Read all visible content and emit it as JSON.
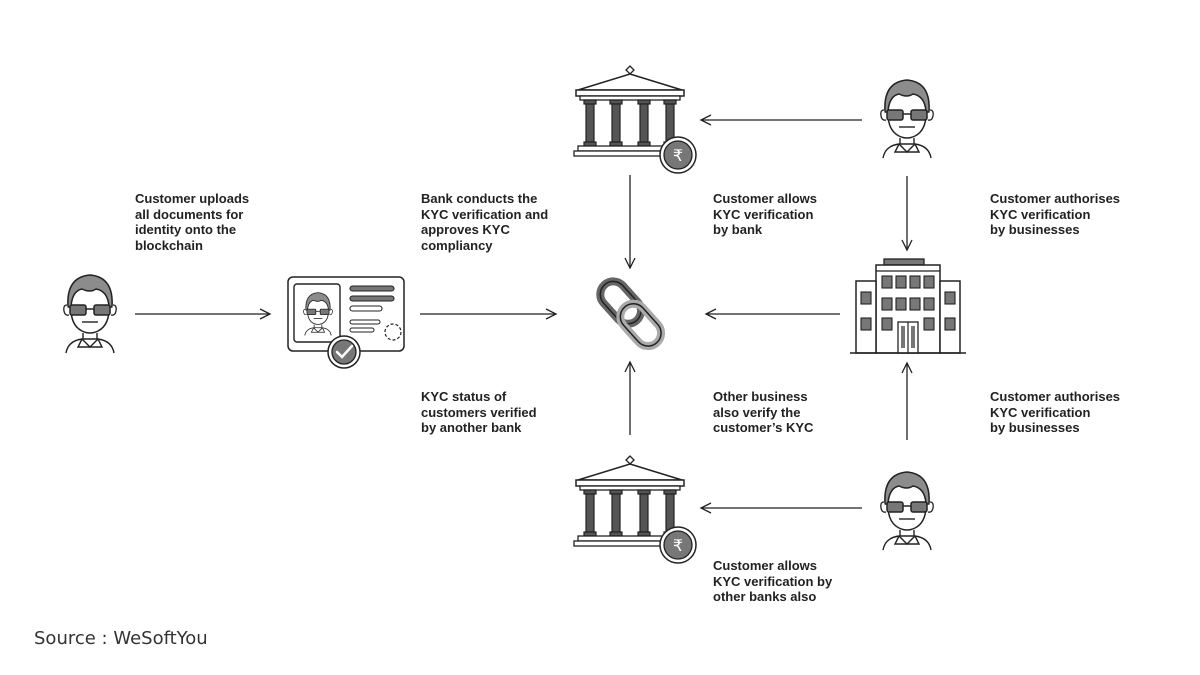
{
  "labels": {
    "customer_uploads": "Customer uploads\nall documents for\nidentity onto the\nblockchain",
    "bank_conducts": "Bank conducts the\nKYC verification and\napproves KYC\ncompliancy",
    "customer_allows_bank": "Customer allows\nKYC verification\nby bank",
    "customer_authorises_top": "Customer authorises\nKYC verification\nby businesses",
    "kyc_status": "KYC status of\ncustomers verified\nby another bank",
    "other_business": "Other business\nalso verify the\ncustomer’s KYC",
    "customer_authorises_bottom": "Customer authorises\nKYC verification\nby businesses",
    "customer_allows_other_banks": "Customer allows\nKYC verification by\nother banks also"
  },
  "source": "Source : WeSoftYou",
  "icons": {
    "person": "person-with-sunglasses-icon",
    "id_card": "id-card-verified-icon",
    "bank": "bank-rupee-icon",
    "blockchain": "chain-link-icon",
    "business": "office-building-icon"
  },
  "colors": {
    "stroke": "#222222",
    "fill_gray": "#8c8c8c",
    "fill_dark": "#555555",
    "background": "#ffffff"
  }
}
